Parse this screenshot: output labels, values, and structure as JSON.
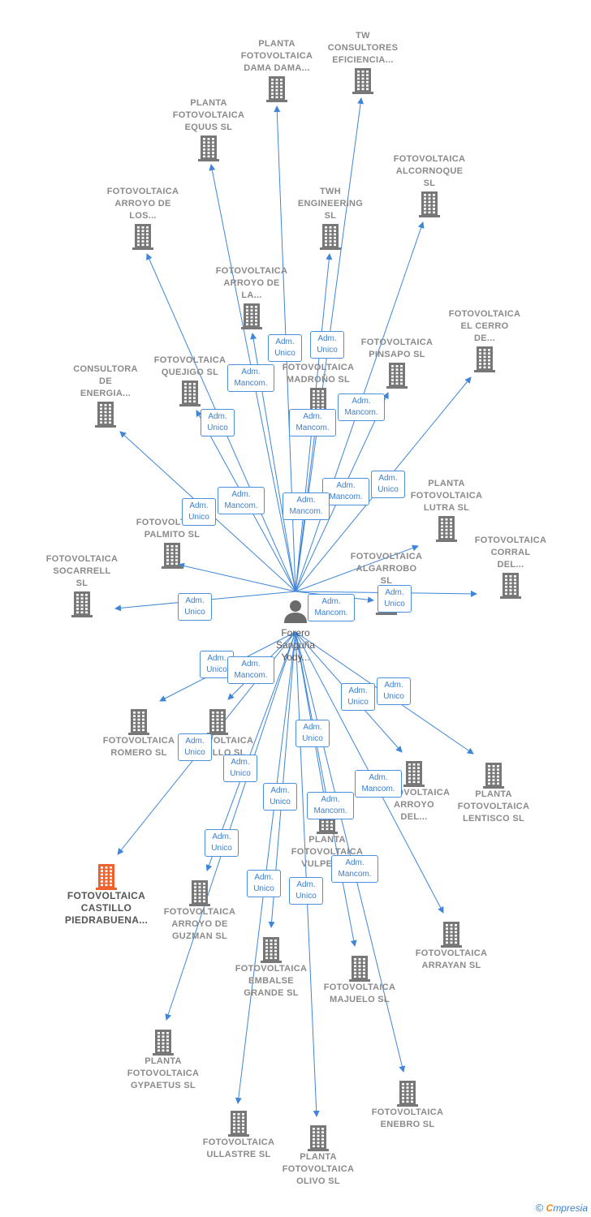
{
  "colors": {
    "edge": "#3f86d8",
    "building": "#777777",
    "highlight": "#f0612d",
    "person": "#6b6b6b"
  },
  "center": {
    "label": "Forero\nSanguña\nYody...",
    "icon": "person-icon"
  },
  "nodes": [
    {
      "id": "dama",
      "label": "PLANTA\nFOTOVOLTAICA\nDAMA DAMA...",
      "icon": "building-icon"
    },
    {
      "id": "tw",
      "label": "TW\nCONSULTORES\nEFICIENCIA...",
      "icon": "building-icon"
    },
    {
      "id": "equus",
      "label": "PLANTA\nFOTOVOLTAICA\nEQUUS  SL",
      "icon": "building-icon"
    },
    {
      "id": "alcornoque",
      "label": "FOTOVOLTAICA\nALCORNOQUE\nSL",
      "icon": "building-icon"
    },
    {
      "id": "arroyolos",
      "label": "FOTOVOLTAICA\nARROYO DE\nLOS...",
      "icon": "building-icon"
    },
    {
      "id": "twh",
      "label": "TWH\nENGINEERING\nSL",
      "icon": "building-icon"
    },
    {
      "id": "arroyola",
      "label": "FOTOVOLTAICA\nARROYO DE\nLA...",
      "icon": "building-icon"
    },
    {
      "id": "cerro",
      "label": "FOTOVOLTAICA\nEL CERRO\nDE...",
      "icon": "building-icon"
    },
    {
      "id": "pinsapo",
      "label": "FOTOVOLTAICA\nPINSAPO  SL",
      "icon": "building-icon"
    },
    {
      "id": "consultora",
      "label": "CONSULTORA\nDE\nENERGIA...",
      "icon": "building-icon"
    },
    {
      "id": "quejigo",
      "label": "FOTOVOLTAICA\nQUEJIGO  SL",
      "icon": "building-icon"
    },
    {
      "id": "madrono",
      "label": "FOTOVOLTAICA\nMADROÑO  SL",
      "icon": "building-icon"
    },
    {
      "id": "lutra",
      "label": "PLANTA\nFOTOVOLTAICA\nLUTRA  SL",
      "icon": "building-icon"
    },
    {
      "id": "palmito",
      "label": "FOTOVOLTAICA\nPALMITO  SL",
      "icon": "building-icon"
    },
    {
      "id": "corral",
      "label": "FOTOVOLTAICA\nCORRAL\nDEL...",
      "icon": "building-icon"
    },
    {
      "id": "socarrell",
      "label": "FOTOVOLTAICA\nSOCARRELL\nSL",
      "icon": "building-icon"
    },
    {
      "id": "algarrobo",
      "label": "FOTOVOLTAICA\nALGARROBO\nSL",
      "icon": "building-icon"
    },
    {
      "id": "romero",
      "label": "FOTOVOLTAICA\nROMERO  SL",
      "icon": "building-icon"
    },
    {
      "id": "tomillo",
      "label": "FOTOVOLTAICA\nTOMILLO  SL",
      "icon": "building-icon"
    },
    {
      "id": "arroyodel",
      "label": "FOTOVOLTAICA\nARROYO\nDEL...",
      "icon": "building-icon"
    },
    {
      "id": "lentisco",
      "label": "PLANTA\nFOTOVOLTAICA\nLENTISCO  SL",
      "icon": "building-icon"
    },
    {
      "id": "castillo",
      "label": "FOTOVOLTAICA\nCASTILLO\nPIEDRABUENA...",
      "icon": "building-icon",
      "highlight": true
    },
    {
      "id": "vulpes",
      "label": "PLANTA\nFOTOVOLTAICA\nVULPES  SL",
      "icon": "building-icon"
    },
    {
      "id": "guzman",
      "label": "FOTOVOLTAICA\nARROYO DE\nGUZMAN  SL",
      "icon": "building-icon"
    },
    {
      "id": "arrayan",
      "label": "FOTOVOLTAICA\nARRAYAN  SL",
      "icon": "building-icon"
    },
    {
      "id": "embalse",
      "label": "FOTOVOLTAICA\nEMBALSE\nGRANDE  SL",
      "icon": "building-icon"
    },
    {
      "id": "majuelo",
      "label": "FOTOVOLTAICA\nMAJUELO  SL",
      "icon": "building-icon"
    },
    {
      "id": "gypaetus",
      "label": "PLANTA\nFOTOVOLTAICA\nGYPAETUS  SL",
      "icon": "building-icon"
    },
    {
      "id": "enebro",
      "label": "FOTOVOLTAICA\nENEBRO  SL",
      "icon": "building-icon"
    },
    {
      "id": "ullastre",
      "label": "FOTOVOLTAICA\nULLASTRE  SL",
      "icon": "building-icon"
    },
    {
      "id": "olivo",
      "label": "PLANTA\nFOTOVOLTAICA\nOLIVO  SL",
      "icon": "building-icon"
    }
  ],
  "edges": [
    {
      "to": "dama",
      "role": "Adm.\nUnico"
    },
    {
      "to": "tw",
      "role": "Adm.\nUnico"
    },
    {
      "to": "equus",
      "role": "Adm.\nUnico"
    },
    {
      "to": "alcornoque",
      "role": "Adm.\nMancom."
    },
    {
      "to": "arroyolos",
      "role": "Adm.\nUnico"
    },
    {
      "to": "twh",
      "role": "Adm.\nMancom."
    },
    {
      "to": "arroyola",
      "role": "Adm.\nMancom."
    },
    {
      "to": "cerro",
      "role": "Adm.\nUnico"
    },
    {
      "to": "pinsapo",
      "role": "Adm.\nMancom."
    },
    {
      "to": "consultora",
      "role": "Adm.\nUnico"
    },
    {
      "to": "quejigo",
      "role": "Adm.\nUnico"
    },
    {
      "to": "madrono",
      "role": "Adm.\nMancom."
    },
    {
      "to": "lutra",
      "role": "Adm.\nUnico"
    },
    {
      "to": "palmito",
      "role": "Adm.\nMancom."
    },
    {
      "to": "corral",
      "role": "Adm.\nUnico"
    },
    {
      "to": "socarrell",
      "role": "Adm.\nUnico"
    },
    {
      "to": "algarrobo",
      "role": "Adm.\nMancom."
    },
    {
      "to": "romero",
      "role": "Adm.\nUnico"
    },
    {
      "to": "tomillo",
      "role": "Adm.\nMancom."
    },
    {
      "to": "arroyodel",
      "role": "Adm.\nMancom."
    },
    {
      "to": "lentisco",
      "role": "Adm.\nUnico"
    },
    {
      "to": "castillo",
      "role": "Adm.\nUnico"
    },
    {
      "to": "vulpes",
      "role": "Adm.\nMancom."
    },
    {
      "to": "guzman",
      "role": "Adm.\nUnico"
    },
    {
      "to": "arrayan",
      "role": "Adm.\nUnico"
    },
    {
      "to": "embalse",
      "role": "Adm.\nUnico"
    },
    {
      "to": "majuelo",
      "role": "Adm.\nMancom."
    },
    {
      "to": "gypaetus",
      "role": "Adm.\nUnico"
    },
    {
      "to": "enebro",
      "role": "Adm.\nUnico"
    },
    {
      "to": "ullastre",
      "role": "Adm.\nUnico"
    },
    {
      "to": "olivo",
      "role": "Adm.\nUnico"
    }
  ],
  "footer": {
    "copyright": "©",
    "brand_initial": "C",
    "brand_rest": "mpresia"
  }
}
